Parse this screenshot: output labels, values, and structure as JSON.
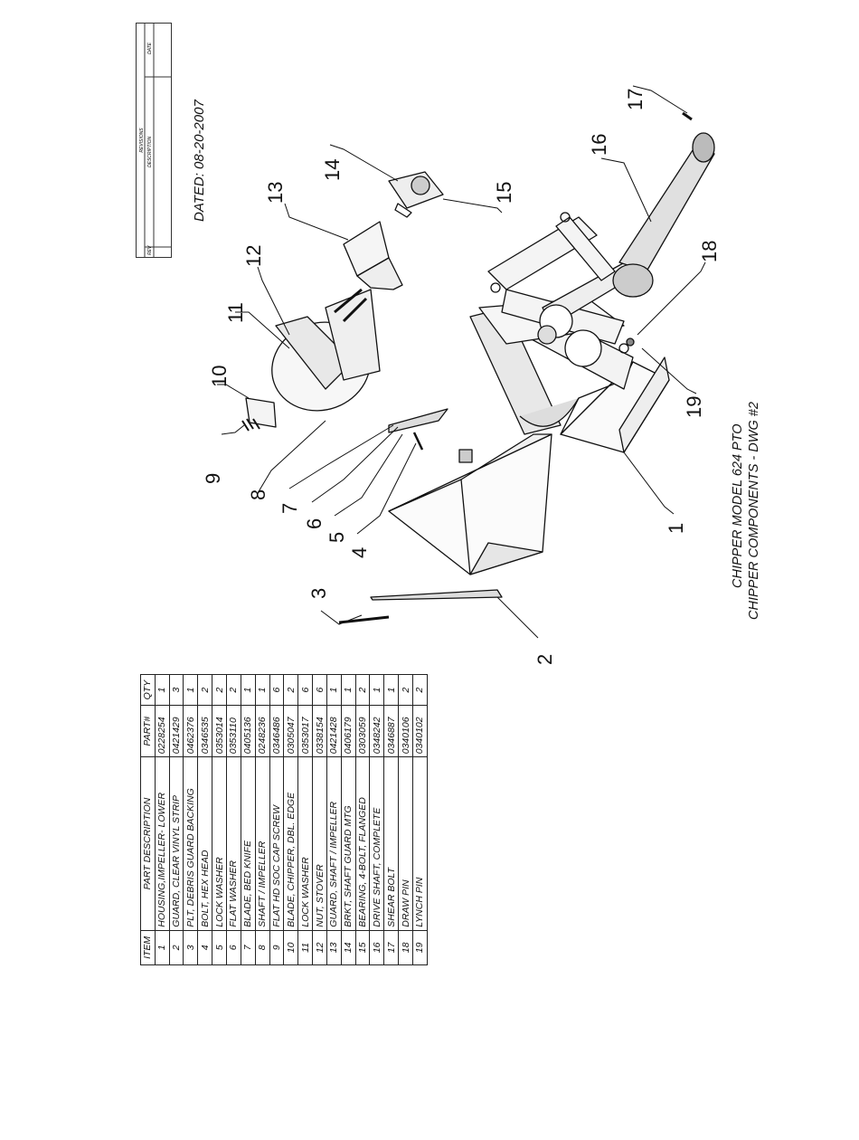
{
  "revisions": {
    "heading": "REVISIONS",
    "columns": [
      "REV",
      "DESCRIPTION",
      "DATE"
    ]
  },
  "dated": "DATED: 08-20-2007",
  "title": {
    "line1": "CHIPPER MODEL 624 PTO",
    "line2": "CHIPPER COMPONENTS - DWG #2"
  },
  "parts_table": {
    "headers": [
      "ITEM",
      "PART DESCRIPTION",
      "PART#",
      "QTY"
    ],
    "rows": [
      {
        "item": "1",
        "description": "HOUSING,IMPELLER- LOWER",
        "part": "0228254",
        "qty": "1"
      },
      {
        "item": "2",
        "description": "GUARD, CLEAR VINYL STRIP",
        "part": "0421429",
        "qty": "3"
      },
      {
        "item": "3",
        "description": "PLT, DEBRIS GUARD BACKING",
        "part": "0462376",
        "qty": "1"
      },
      {
        "item": "4",
        "description": "BOLT, HEX HEAD",
        "part": "0346535",
        "qty": "2"
      },
      {
        "item": "5",
        "description": "LOCK WASHER",
        "part": "0353014",
        "qty": "2"
      },
      {
        "item": "6",
        "description": "FLAT WASHER",
        "part": "0353110",
        "qty": "2"
      },
      {
        "item": "7",
        "description": "BLADE, BED KNIFE",
        "part": "0405136",
        "qty": "1"
      },
      {
        "item": "8",
        "description": "SHAFT / IMPELLER",
        "part": "0248236",
        "qty": "1"
      },
      {
        "item": "9",
        "description": "FLAT HD SOC CAP SCREW",
        "part": "0346486",
        "qty": "6"
      },
      {
        "item": "10",
        "description": "BLADE, CHIPPER, DBL. EDGE",
        "part": "0305047",
        "qty": "2"
      },
      {
        "item": "11",
        "description": "LOCK WASHER",
        "part": "0353017",
        "qty": "6"
      },
      {
        "item": "12",
        "description": "NUT, STOVER",
        "part": "0338154",
        "qty": "6"
      },
      {
        "item": "13",
        "description": "GUARD, SHAFT / IMPELLER",
        "part": "0421428",
        "qty": "1"
      },
      {
        "item": "14",
        "description": "BRKT, SHAFT GUARD MTG",
        "part": "0406179",
        "qty": "1"
      },
      {
        "item": "15",
        "description": "BEARING, 4-BOLT, FLANGED",
        "part": "0303059",
        "qty": "2"
      },
      {
        "item": "16",
        "description": "DRIVE SHAFT, COMPLETE",
        "part": "0348242",
        "qty": "1"
      },
      {
        "item": "17",
        "description": "SHEAR BOLT",
        "part": "0346887",
        "qty": "1"
      },
      {
        "item": "18",
        "description": "DRAW PIN",
        "part": "0340106",
        "qty": "2"
      },
      {
        "item": "19",
        "description": "LYNCH PIN",
        "part": "0340102",
        "qty": "2"
      }
    ]
  },
  "callouts": [
    "1",
    "2",
    "3",
    "4",
    "5",
    "6",
    "7",
    "8",
    "9",
    "10",
    "11",
    "12",
    "13",
    "14",
    "15",
    "16",
    "17",
    "18",
    "19"
  ]
}
